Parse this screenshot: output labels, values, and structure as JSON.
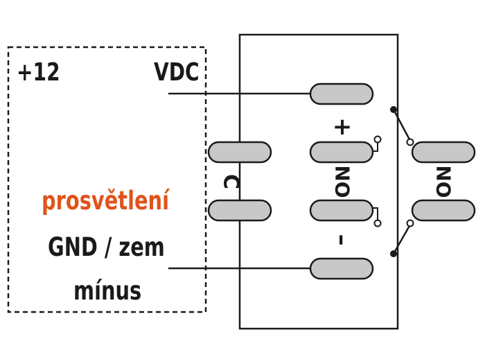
{
  "supply": {
    "positive_label": "+12",
    "voltage_label": "VDC"
  },
  "backlight": {
    "label": "prosvětlení"
  },
  "ground": {
    "line1": "GND / zem",
    "line2": "mínus"
  },
  "terminals": {
    "common": "C",
    "plus": "+",
    "minus": "–",
    "no_inner": "NO",
    "no_outer": "NO"
  },
  "colors": {
    "accent": "#e0531a",
    "pin_fill": "#c8c8c8",
    "stroke": "#1a1a1a"
  }
}
